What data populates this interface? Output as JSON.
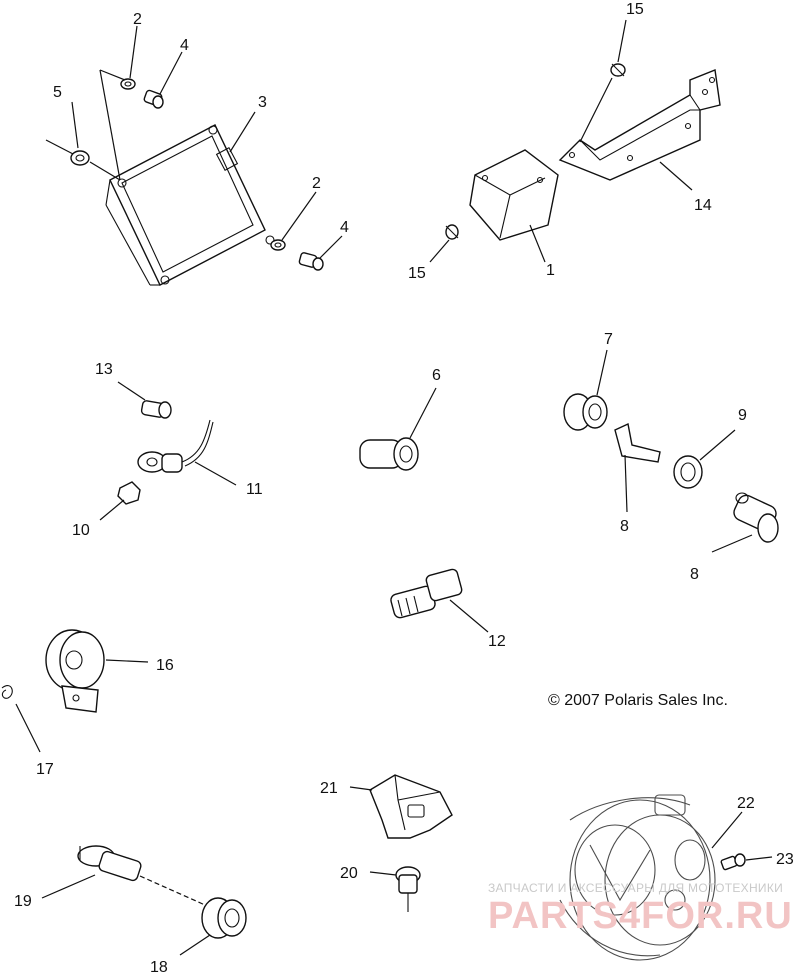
{
  "callouts": {
    "c1": "1",
    "c2a": "2",
    "c2b": "2",
    "c3": "3",
    "c4a": "4",
    "c4b": "4",
    "c5": "5",
    "c6": "6",
    "c7": "7",
    "c8a": "8",
    "c8b": "8",
    "c9": "9",
    "c10": "10",
    "c11": "11",
    "c12": "12",
    "c13": "13",
    "c14": "14",
    "c15a": "15",
    "c15b": "15",
    "c16": "16",
    "c17": "17",
    "c18": "18",
    "c19": "19",
    "c20": "20",
    "c21": "21",
    "c22": "22",
    "c23": "23"
  },
  "copyright": "© 2007 Polaris Sales Inc.",
  "watermark": {
    "tagline": "ЗАПЧАСТИ И АКСЕССУАРЫ ДЛЯ МОТОТЕХНИКИ",
    "brand": "PARTS4FOR.RU"
  }
}
